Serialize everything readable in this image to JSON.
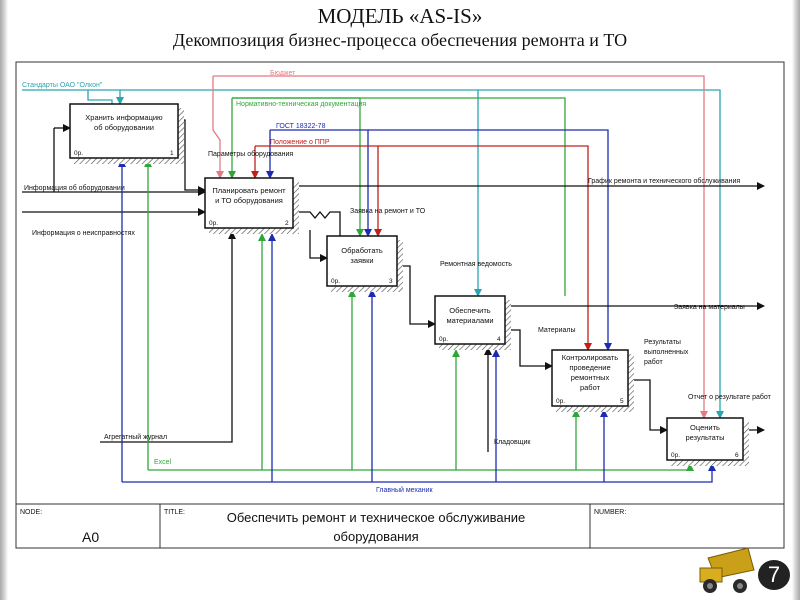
{
  "header": {
    "title": "МОДЕЛЬ «AS-IS»",
    "subtitle": "Декомпозиция бизнес-процесса обеспечения ремонта и ТО"
  },
  "footer": {
    "node_label": "NODE:",
    "node_value": "A0",
    "title_label": "TITLE:",
    "title_line1": "Обеспечить ремонт и  техническое обслуживание",
    "title_line2": "оборудования",
    "number_label": "NUMBER:"
  },
  "slide_number": "7",
  "colors": {
    "teal": "#27a6b0",
    "green": "#2fa83a",
    "blue": "#1c2bb0",
    "red": "#c0201c",
    "pink": "#e37b82",
    "black": "#111111"
  },
  "blocks": [
    {
      "line1": "Хранить информацию",
      "line2": "об оборудовании",
      "cost": "0р.",
      "num": "1"
    },
    {
      "line1": "Планировать ремонт",
      "line2": "и ТО оборудования",
      "cost": "0р.",
      "num": "2"
    },
    {
      "line1": "Обработать",
      "line2": "заявки",
      "cost": "0р.",
      "num": "3"
    },
    {
      "line1": "Обеспечить",
      "line2": "материалами",
      "cost": "0р.",
      "num": "4"
    },
    {
      "line1": "Контролировать",
      "line2": "проведение",
      "line3": "ремонтных",
      "line4": "работ",
      "cost": "0р.",
      "num": "5"
    },
    {
      "line1": "Оценить",
      "line2": "результаты",
      "cost": "0р.",
      "num": "6"
    }
  ],
  "arrows": {
    "standards": "Стандарты ОАО \"Олкон\"",
    "budget": "Бюджет",
    "norm_docs": "Нормативно-техническая документация",
    "gost": "ГОСТ 18322-78",
    "ppr": "Положение о ППР",
    "params": "Параметры оборудования",
    "info_equipment": "Информация об оборудовании",
    "info_faults": "Информация о неисправностях",
    "schedule": "График ремонта и технического обслуживания",
    "request": "Заявка на ремонт и ТО",
    "repair_sheet": "Ремонтная ведомость",
    "materials_request": "Заявка на материалы",
    "materials": "Материалы",
    "results1": "Результаты",
    "results2": "выполненных",
    "results3": "работ",
    "report": "Отчет о результате работ",
    "journal": "Агрегатный журнал",
    "excel": "Excel",
    "storekeeper": "Кладовщик",
    "chief_mechanic": "Главный механик"
  }
}
